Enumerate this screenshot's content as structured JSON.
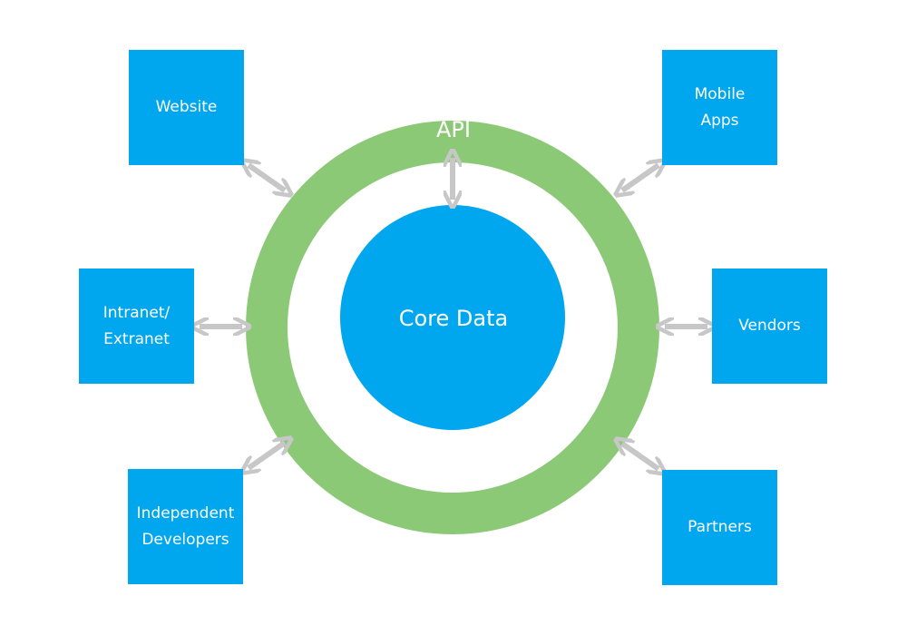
{
  "diagram": {
    "ring_label": "API",
    "core_label": "Core Data",
    "nodes": {
      "website": "Website",
      "mobile_apps": "Mobile\nApps",
      "intranet_extranet": "Intranet/\nExtranet",
      "vendors": "Vendors",
      "independent_developers": "Independent\nDevelopers",
      "partners": "Partners"
    }
  },
  "colors": {
    "ring": "#8bc976",
    "core": "#00a6ee",
    "boxes": "#00a6ee",
    "arrows": "#c7c7c7",
    "text": "#ffffff"
  }
}
